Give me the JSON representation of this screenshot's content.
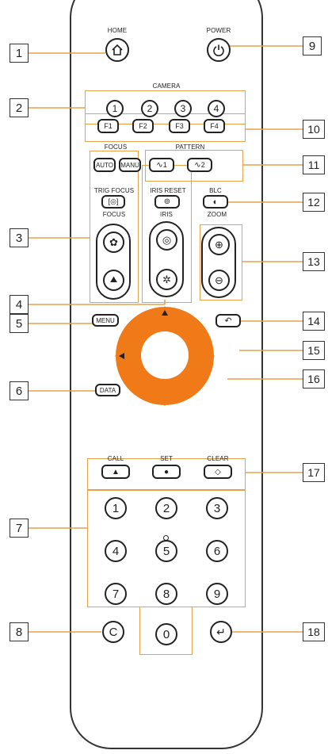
{
  "labels": {
    "home": "HOME",
    "power": "POWER",
    "camera": "CAMERA",
    "focus_group": "FOCUS",
    "pattern": "PATTERN",
    "trig_focus": "TRIG FOCUS",
    "iris_reset": "IRIS RESET",
    "blc": "BLC",
    "focus": "FOCUS",
    "iris": "IRIS",
    "zoom": "ZOOM",
    "call": "CALL",
    "set": "SET",
    "clear": "CLEAR"
  },
  "buttons": {
    "cam1": "1",
    "cam2": "2",
    "cam3": "3",
    "cam4": "4",
    "f1": "F1",
    "f2": "F2",
    "f3": "F3",
    "f4": "F4",
    "auto": "AUTO",
    "manu": "MANU",
    "pattern1": "1",
    "pattern2": "2",
    "menu": "MENU",
    "data": "DATA",
    "num1": "1",
    "num2": "2",
    "num3": "3",
    "num4": "4",
    "num5": "5",
    "num6": "6",
    "num7": "7",
    "num8": "8",
    "num9": "9",
    "num0": "0",
    "clear_c": "C"
  },
  "callouts": {
    "c1": "1",
    "c2": "2",
    "c3": "3",
    "c4": "4",
    "c5": "5",
    "c6": "6",
    "c7": "7",
    "c8": "8",
    "c9": "9",
    "c10": "10",
    "c11": "11",
    "c12": "12",
    "c13": "13",
    "c14": "14",
    "c15": "15",
    "c16": "16",
    "c17": "17",
    "c18": "18"
  },
  "colors": {
    "accent": "#f07a17",
    "callout_line": "#e6a24a",
    "outline": "#222222"
  }
}
